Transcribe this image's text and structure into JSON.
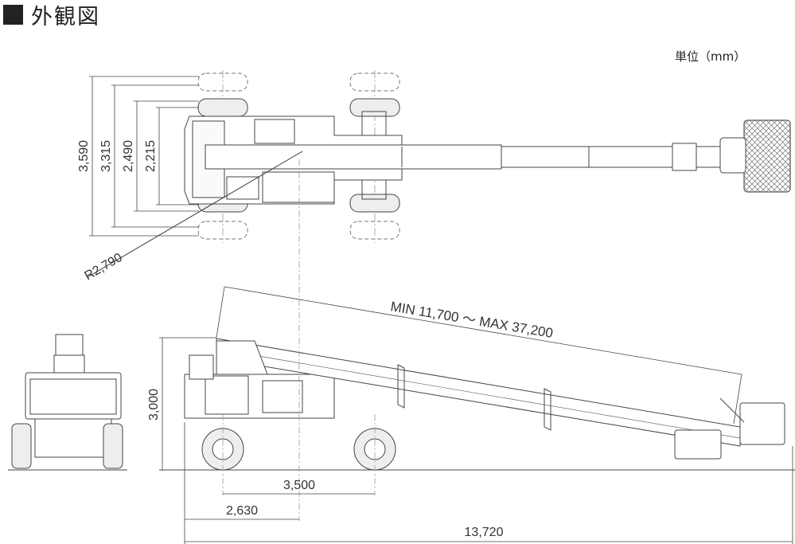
{
  "title": "外観図",
  "unit_label": "単位（mm）",
  "dimensions": {
    "width_3590": "3,590",
    "width_3315": "3,315",
    "width_2490": "2,490",
    "width_2215": "2,215",
    "turn_radius": "R2,790",
    "boom_length": "MIN 11,700 ～ MAX 37,200",
    "height": "3,000",
    "wheelbase": "3,500",
    "front_overhang": "2,630",
    "overall_length": "13,720"
  },
  "icons": {
    "title_marker": "black-square-icon"
  }
}
